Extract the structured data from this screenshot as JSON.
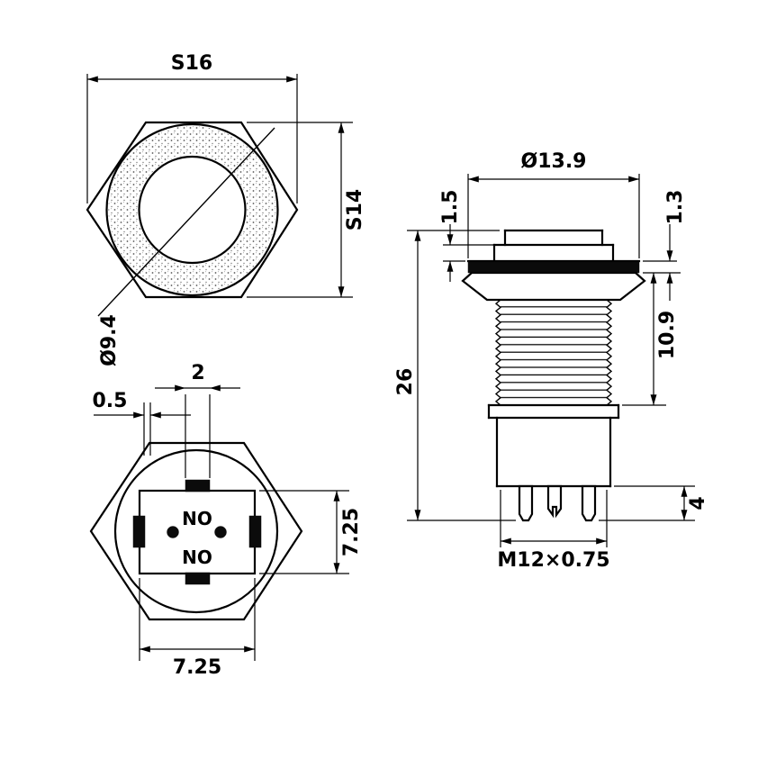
{
  "front_view": {
    "dim_width_across_flats": "S16",
    "dim_height_across_flats": "S14",
    "dim_led_ring_diameter": "Ø9.4"
  },
  "back_view": {
    "dim_terminal_thickness": "0.5",
    "dim_terminal_width": "2",
    "dim_block_height": "7.25",
    "dim_block_width": "7.25",
    "terminal_label_top": "NO",
    "terminal_label_bottom": "NO"
  },
  "side_view": {
    "dim_head_diameter": "Ø13.9",
    "dim_cap_height": "1.5",
    "dim_flange_thickness": "1.3",
    "dim_thread_length": "10.9",
    "dim_total_height": "26",
    "dim_pin_length": "4",
    "dim_thread_spec": "M12×0.75"
  },
  "colors": {
    "line": "#000000",
    "background": "#ffffff",
    "terminal_fill": "#0b0b0b"
  }
}
